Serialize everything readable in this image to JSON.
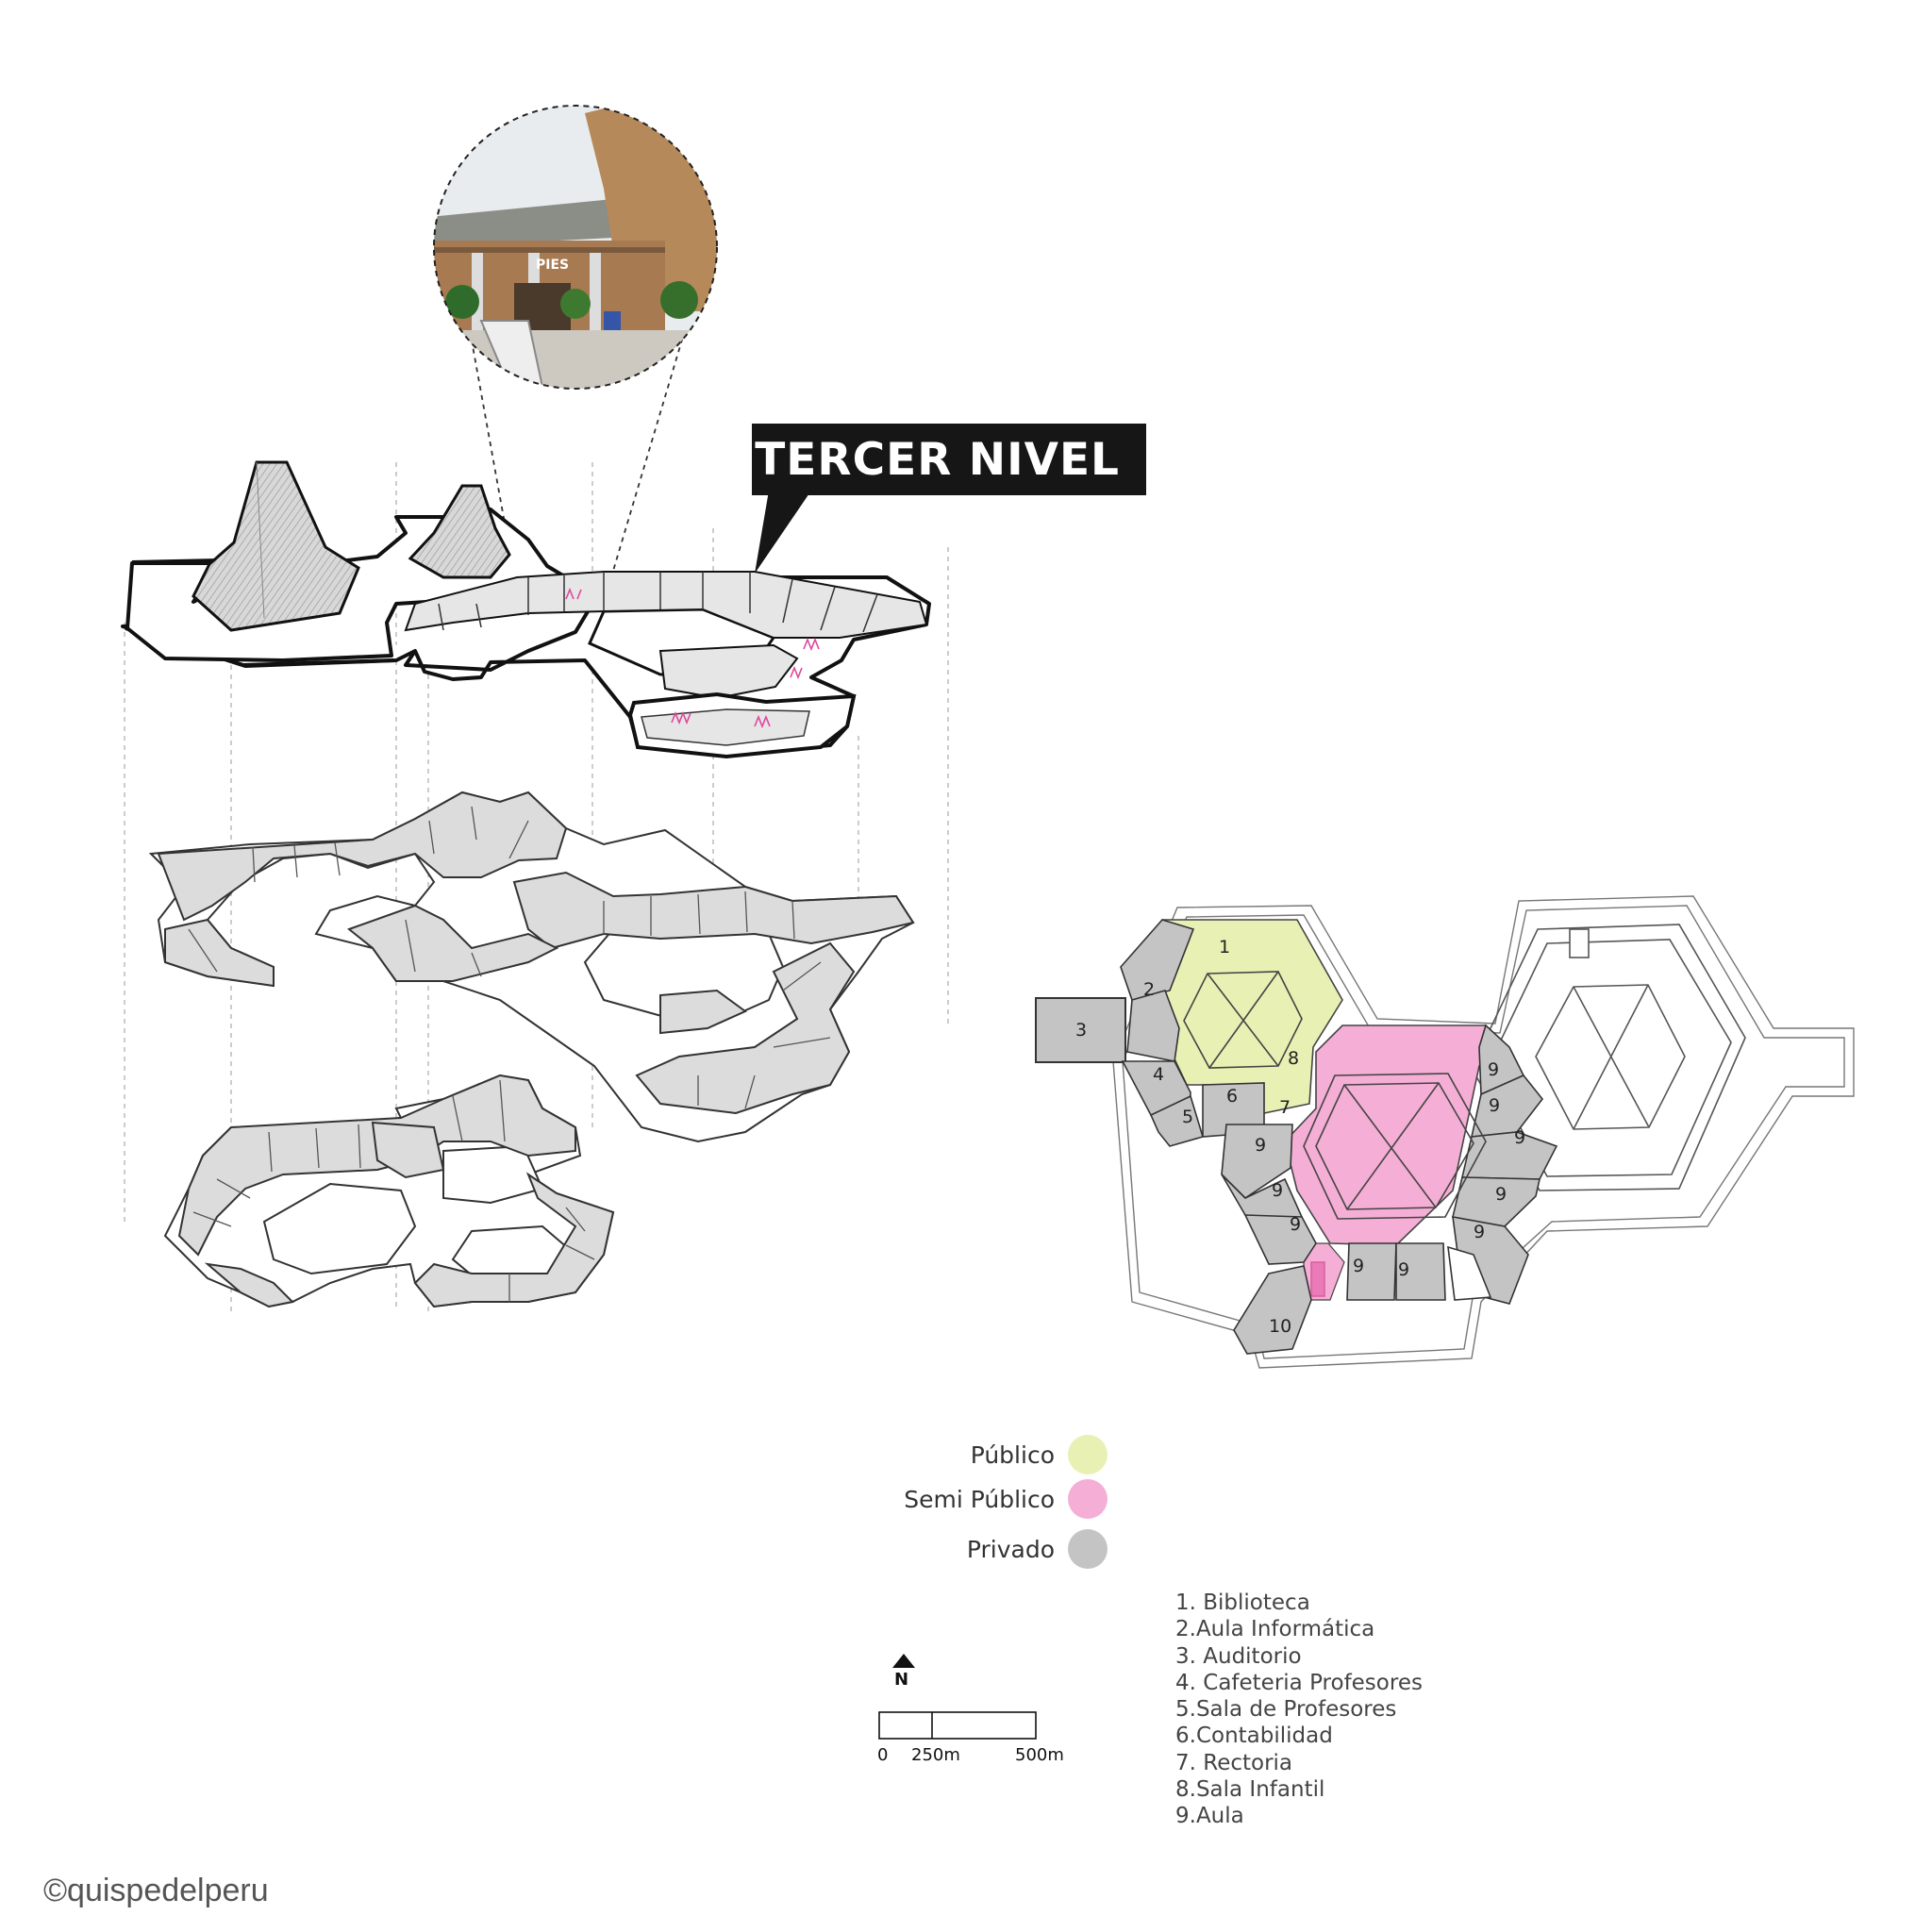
{
  "level_title": "TERCER NIVEL",
  "colors": {
    "publico": "#e9f0b4",
    "semi_publico": "#f5aed5",
    "privado": "#c4c4c4",
    "accent_pink": "#e0479c"
  },
  "legend": [
    {
      "label": "Público",
      "color": "#e9f0b4"
    },
    {
      "label": "Semi Público",
      "color": "#f5aed5"
    },
    {
      "label": "Privado",
      "color": "#c4c4c4"
    }
  ],
  "room_list": [
    "1. Biblioteca",
    "2.Aula Informática",
    "3. Auditorio",
    "4. Cafeteria Profesores",
    "5.Sala de Profesores",
    "6.Contabilidad",
    "7. Rectoria",
    "8.Sala Infantil",
    "9.Aula"
  ],
  "plan_numbers": {
    "n1": "1",
    "n2": "2",
    "n3": "3",
    "n4": "4",
    "n5": "5",
    "n6": "6",
    "n7": "7",
    "n8": "8",
    "n9": "9",
    "n10": "10"
  },
  "north": {
    "label": "N",
    "icon": "north-arrow-icon"
  },
  "scale": {
    "ticks": [
      "0",
      "250m",
      "500m"
    ]
  },
  "credit": "©quispedelperu",
  "photo_sign": "PIES"
}
